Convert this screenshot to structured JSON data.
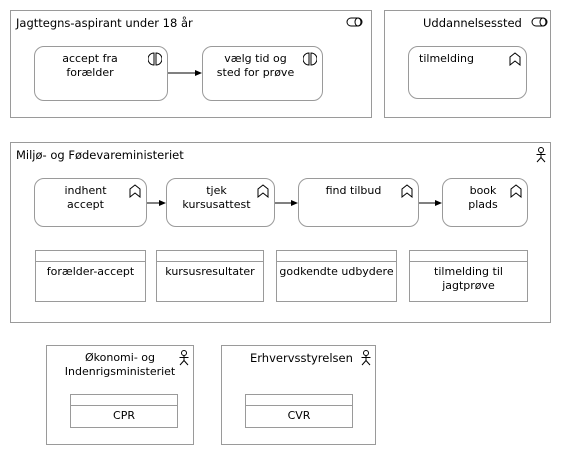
{
  "groups": {
    "aspirant": {
      "title": "Jagttegns-aspirant under 18 år",
      "corner_icon": "role-icon"
    },
    "uddannelsessted": {
      "title": "Uddannelsessted",
      "corner_icon": "role-icon"
    },
    "ministeriet": {
      "title": "Miljø- og Fødevareministeriet",
      "corner_icon": "actor-icon"
    },
    "oekonomi": {
      "title": "Økonomi- og\nIndenrigsministeriet",
      "corner_icon": "actor-icon"
    },
    "erhverv": {
      "title": "Erhvervsstyrelsen",
      "corner_icon": "actor-icon"
    }
  },
  "nodes": {
    "accept_fra_foraelder": {
      "label": "accept fra\nforælder",
      "icon": "interaction-icon"
    },
    "vaelg_tid": {
      "label": "vælg tid og\nsted for prøve",
      "icon": "interaction-icon"
    },
    "tilmelding": {
      "label": "tilmelding",
      "icon": "function-icon"
    },
    "indhent_accept": {
      "label": "indhent\naccept",
      "icon": "function-icon"
    },
    "tjek_kursusattest": {
      "label": "tjek\nkursusattest",
      "icon": "function-icon"
    },
    "find_tilbud": {
      "label": "find tilbud",
      "icon": "function-icon"
    },
    "book_plads": {
      "label": "book\nplads",
      "icon": "function-icon"
    }
  },
  "data_objects": {
    "foraelder_accept": "forælder-accept",
    "kursusresultater": "kursusresultater",
    "godkendte_udbydere": "godkendte udbydere",
    "tilmelding_jagtproeve": "tilmelding til\njagtprøve",
    "cpr": "CPR",
    "cvr": "CVR"
  }
}
